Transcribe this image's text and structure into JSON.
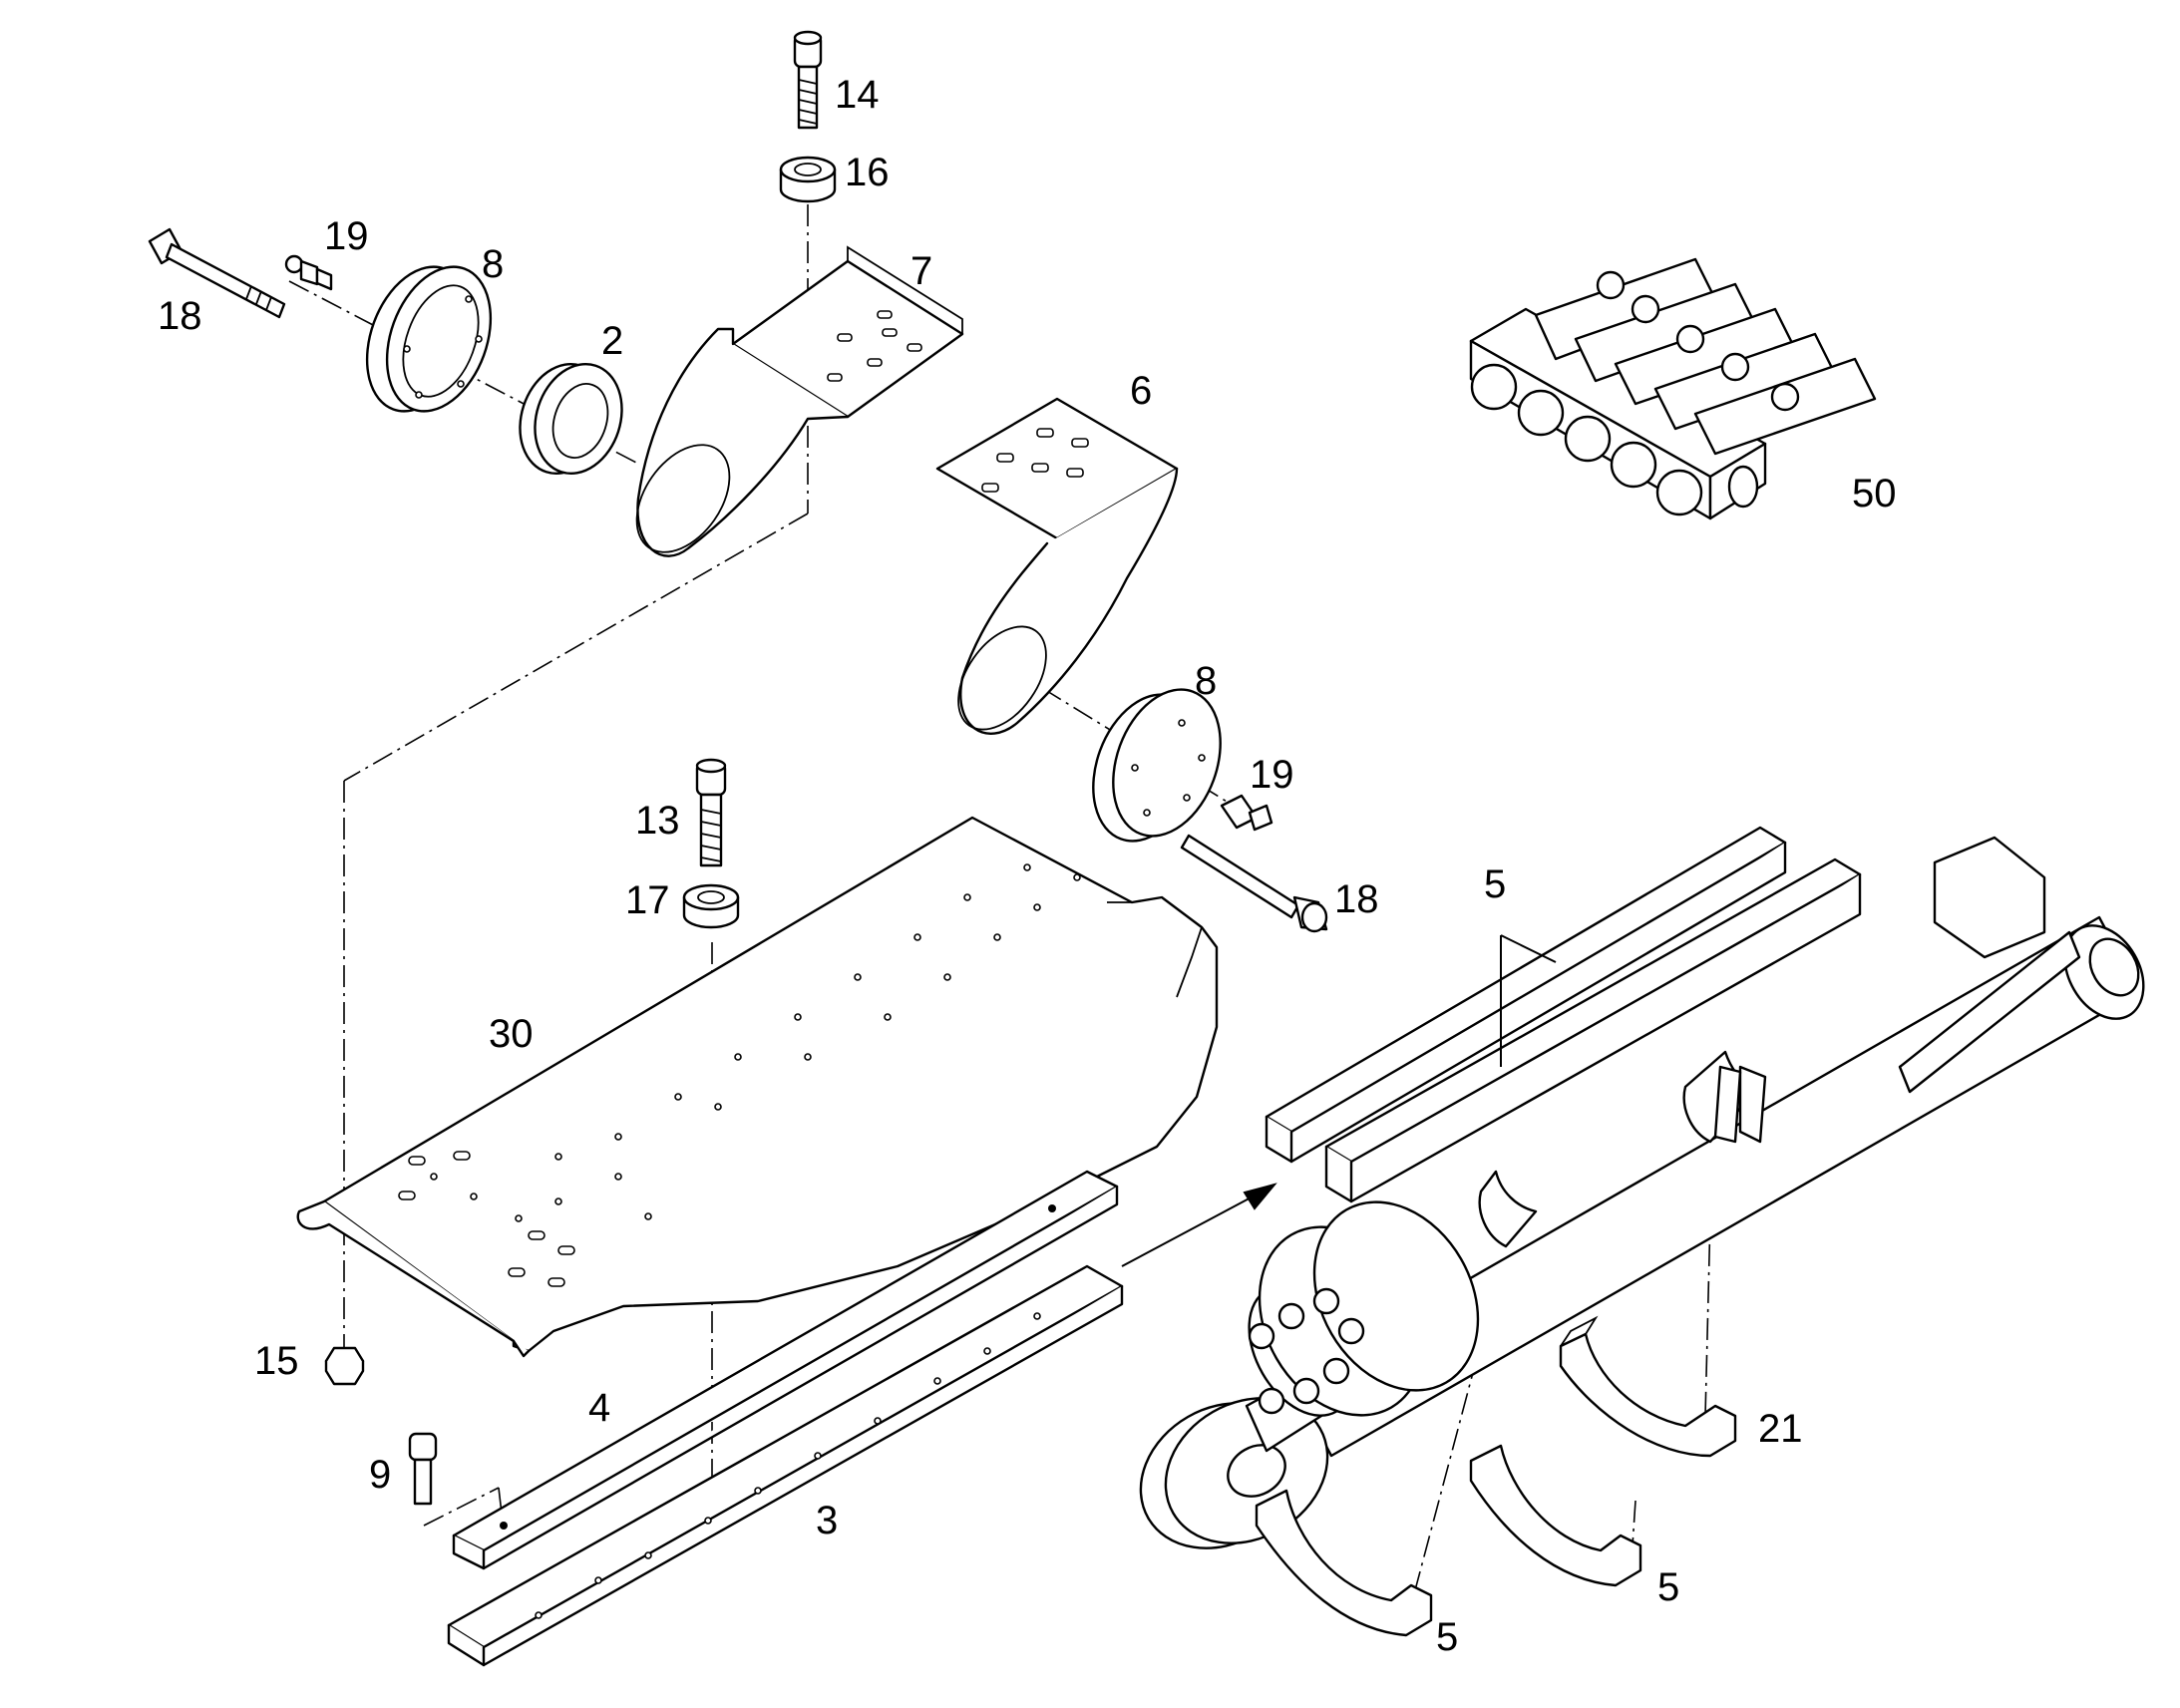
{
  "diagram": {
    "callouts": [
      {
        "id": "c14",
        "text": "14"
      },
      {
        "id": "c16",
        "text": "16"
      },
      {
        "id": "c19a",
        "text": "19"
      },
      {
        "id": "c8a",
        "text": "8"
      },
      {
        "id": "c7",
        "text": "7"
      },
      {
        "id": "c18a",
        "text": "18"
      },
      {
        "id": "c2",
        "text": "2"
      },
      {
        "id": "c6",
        "text": "6"
      },
      {
        "id": "c50",
        "text": "50"
      },
      {
        "id": "c8b",
        "text": "8"
      },
      {
        "id": "c19b",
        "text": "19"
      },
      {
        "id": "c13",
        "text": "13"
      },
      {
        "id": "c17",
        "text": "17"
      },
      {
        "id": "c18b",
        "text": "18"
      },
      {
        "id": "c5a",
        "text": "5"
      },
      {
        "id": "c30",
        "text": "30"
      },
      {
        "id": "c15",
        "text": "15"
      },
      {
        "id": "c4",
        "text": "4"
      },
      {
        "id": "c9",
        "text": "9"
      },
      {
        "id": "c3",
        "text": "3"
      },
      {
        "id": "c21",
        "text": "21"
      },
      {
        "id": "c5b",
        "text": "5"
      },
      {
        "id": "c5c",
        "text": "5"
      }
    ],
    "colors": {
      "line": "#000000",
      "background": "#ffffff"
    }
  }
}
